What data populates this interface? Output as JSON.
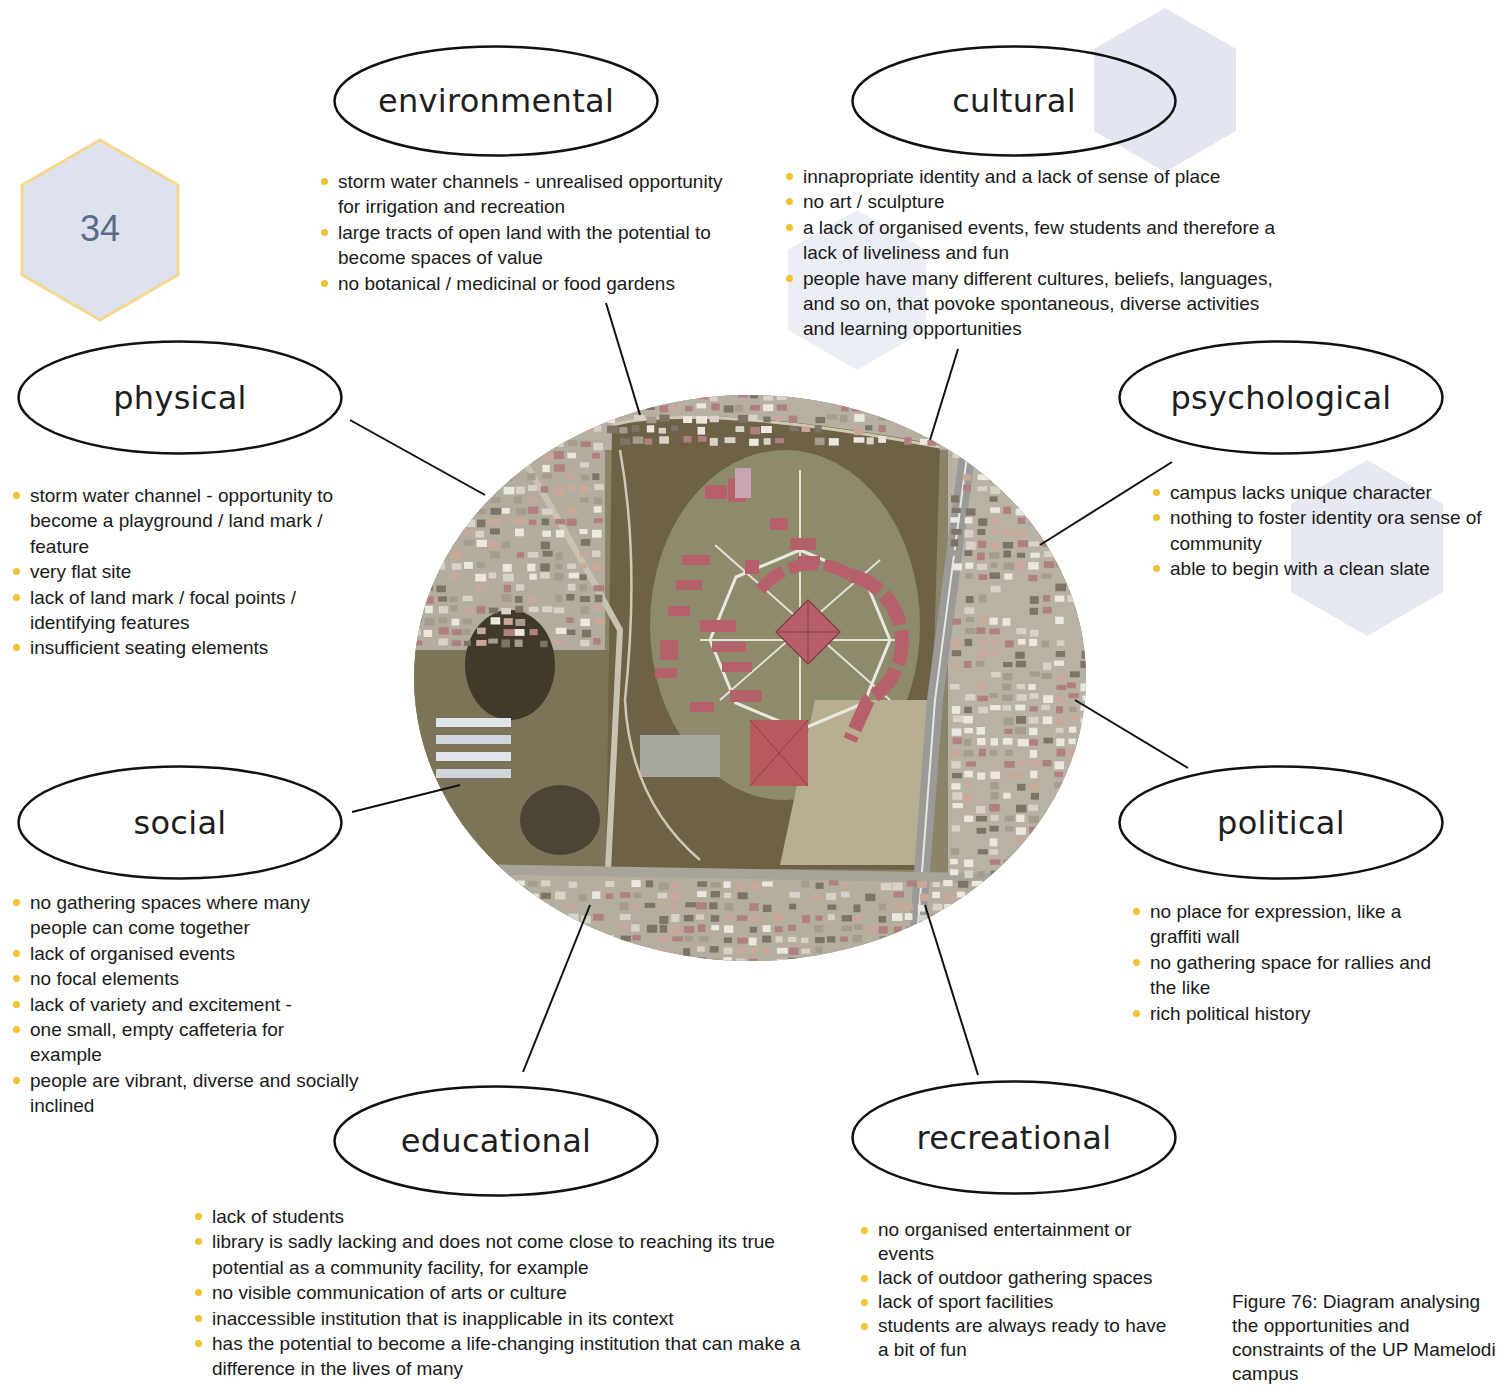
{
  "diagram": {
    "caption": "Figure 76: Diagram analysing the opportunities and constraints of the UP Mamelodi campus",
    "nodes": [
      {
        "text": [
          "environmental",
          "storm water channels - unrealised opportunity for irrigation and recreation",
          "large tracts of open land with the potential to become spaces of value",
          "no botanical / medicinal or food gardens"
        ]
      },
      {
        "text": [
          "cultural",
          "innapropriate identity and a lack of sense of place",
          "no art / sculpture",
          "a lack of organised events, few students and therefore a lack of liveliness and fun",
          "people have many different cultures, beliefs, languages, and so on, that povoke spontaneous, diverse activities and learning opportunities"
        ]
      },
      {
        "text": [
          "physical",
          "storm water channel - opportunity to become a playground / land mark / feature",
          "very flat site",
          "lack of land mark / focal points / identifying features",
          "insufficient seating elements"
        ]
      },
      {
        "text": [
          "psychological",
          "campus lacks unique character",
          "nothing to foster identity ora sense of community",
          "able to begin with a clean slate"
        ]
      },
      {
        "text": [
          "social",
          "no gathering spaces where many people can come together",
          "lack of organised events",
          "no focal elements",
          "lack of variety and excitement -",
          "one small, empty caffeteria for example",
          "people are vibrant, diverse and socially inclined"
        ]
      },
      {
        "text": [
          "political",
          "no place for expression, like a graffiti wall",
          "no gathering space for rallies and the like",
          "rich political history"
        ]
      },
      {
        "text": [
          "educational",
          "lack of students",
          "library is sadly lacking and does not come close to reaching its true potential as a community facility, for example",
          "no visible communication of arts or culture",
          "inaccessible institution that is inapplicable in its context",
          "has the potential to become a life-changing institution that can make a difference in the lives of many"
        ]
      },
      {
        "text": [
          "recreational",
          "no organised entertainment or events",
          "lack of outdoor gathering spaces",
          "lack of sport facilities",
          "students are always ready to have a bit of fun"
        ]
      }
    ],
    "labels": [
      "34"
    ]
  }
}
